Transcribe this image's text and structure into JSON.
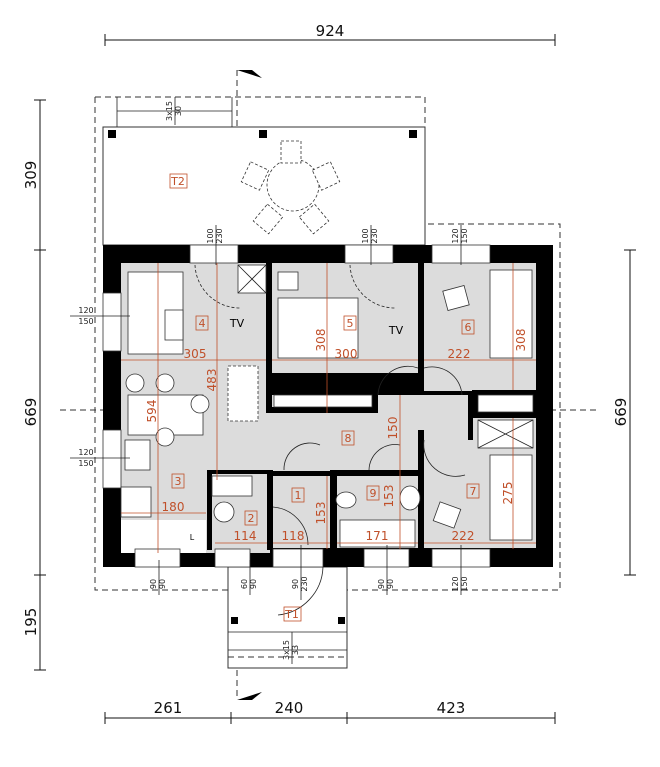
{
  "overall_dimensions": {
    "top_width": "924",
    "bottom_segments": [
      "261",
      "240",
      "423"
    ],
    "left_segments": [
      "309",
      "669",
      "195"
    ],
    "right_height": "669"
  },
  "rooms": [
    {
      "id": "4",
      "label": "4"
    },
    {
      "id": "5",
      "label": "5"
    },
    {
      "id": "6",
      "label": "6"
    },
    {
      "id": "8",
      "label": "8"
    },
    {
      "id": "3",
      "label": "3"
    },
    {
      "id": "1",
      "label": "1"
    },
    {
      "id": "2",
      "label": "2"
    },
    {
      "id": "9",
      "label": "9"
    },
    {
      "id": "7",
      "label": "7"
    },
    {
      "id": "T2",
      "label": "T2"
    },
    {
      "id": "T1",
      "label": "T1"
    }
  ],
  "room_dimensions": {
    "r4_width": "305",
    "r4_depth": "483",
    "r3_depth": "594",
    "r5_width": "300",
    "r5_depth": "308",
    "r6_width": "222",
    "r6_depth": "308",
    "r8_depth": "150",
    "r3_width": "180",
    "r2_width": "114",
    "r1_width": "118",
    "r1_depth": "153",
    "r9_width": "171",
    "r9_depth": "153",
    "r7_width": "222",
    "r7_depth": "275"
  },
  "openings": {
    "top_window_1": [
      "100",
      "230"
    ],
    "top_window_2": [
      "100",
      "230"
    ],
    "top_window_3": [
      "120",
      "150"
    ],
    "left_window_1": [
      "120",
      "150"
    ],
    "left_window_2": [
      "120",
      "150"
    ],
    "bottom_window_1": [
      "90",
      "90"
    ],
    "bottom_window_2": [
      "60",
      "90"
    ],
    "entry_door": [
      "90",
      "230"
    ],
    "bottom_window_3": [
      "90",
      "90"
    ],
    "bottom_window_4": [
      "120",
      "150"
    ]
  },
  "stairs": {
    "terrace_steps": [
      "3x15",
      "30"
    ],
    "entry_steps": [
      "3x15",
      "33"
    ]
  },
  "annotations": {
    "tv_living": "TV",
    "tv_bedroom": "TV",
    "pantry": "L"
  },
  "colors": {
    "walls": "#000000",
    "floor": "#dcdcdc",
    "dimension_orange": "#c0502a"
  }
}
